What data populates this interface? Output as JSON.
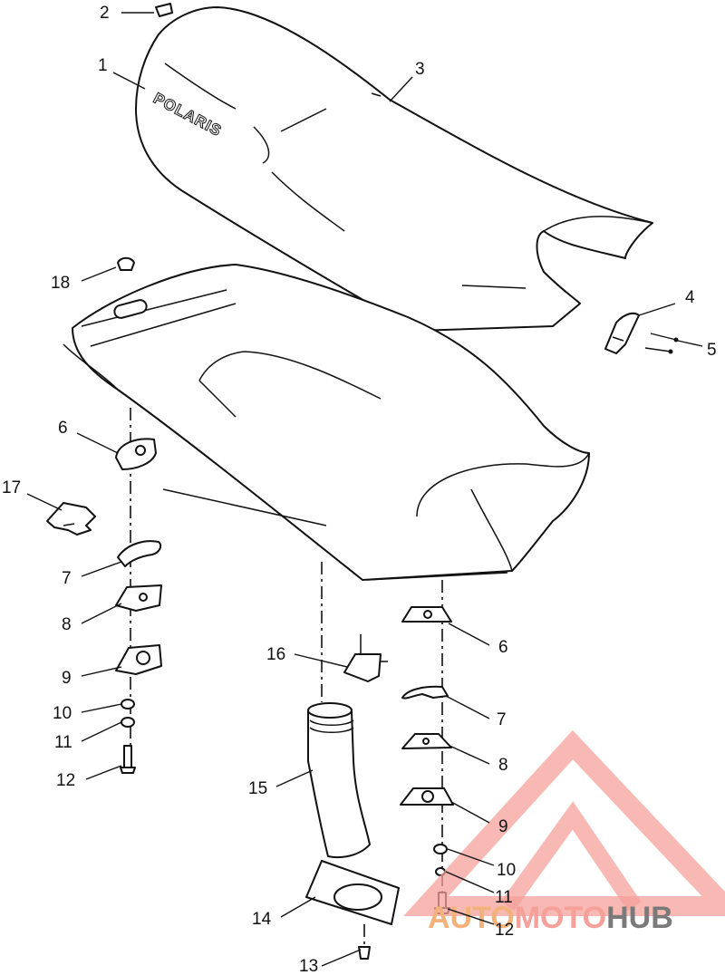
{
  "diagram": {
    "brand_text": "POLARIS",
    "callouts": [
      {
        "id": "c2",
        "label": "2"
      },
      {
        "id": "c1",
        "label": "1"
      },
      {
        "id": "c3",
        "label": "3"
      },
      {
        "id": "c18",
        "label": "18"
      },
      {
        "id": "c4",
        "label": "4"
      },
      {
        "id": "c5",
        "label": "5"
      },
      {
        "id": "c6l",
        "label": "6"
      },
      {
        "id": "c17",
        "label": "17"
      },
      {
        "id": "c7l",
        "label": "7"
      },
      {
        "id": "c8l",
        "label": "8"
      },
      {
        "id": "c9l",
        "label": "9"
      },
      {
        "id": "c10l",
        "label": "10"
      },
      {
        "id": "c11l",
        "label": "11"
      },
      {
        "id": "c12l",
        "label": "12"
      },
      {
        "id": "c16",
        "label": "16"
      },
      {
        "id": "c15",
        "label": "15"
      },
      {
        "id": "c14",
        "label": "14"
      },
      {
        "id": "c13",
        "label": "13"
      },
      {
        "id": "c6r",
        "label": "6"
      },
      {
        "id": "c7r",
        "label": "7"
      },
      {
        "id": "c8r",
        "label": "8"
      },
      {
        "id": "c9r",
        "label": "9"
      },
      {
        "id": "c10r",
        "label": "10"
      },
      {
        "id": "c11r",
        "label": "11"
      },
      {
        "id": "c12r",
        "label": "12"
      }
    ]
  },
  "watermark": {
    "part1": "AUTO",
    "part2": "MOTO",
    "part3": "HUB",
    "color_primary": "#f5a09a",
    "color_secondary": "#f3b27a",
    "color_dark": "#7a7a7a"
  }
}
